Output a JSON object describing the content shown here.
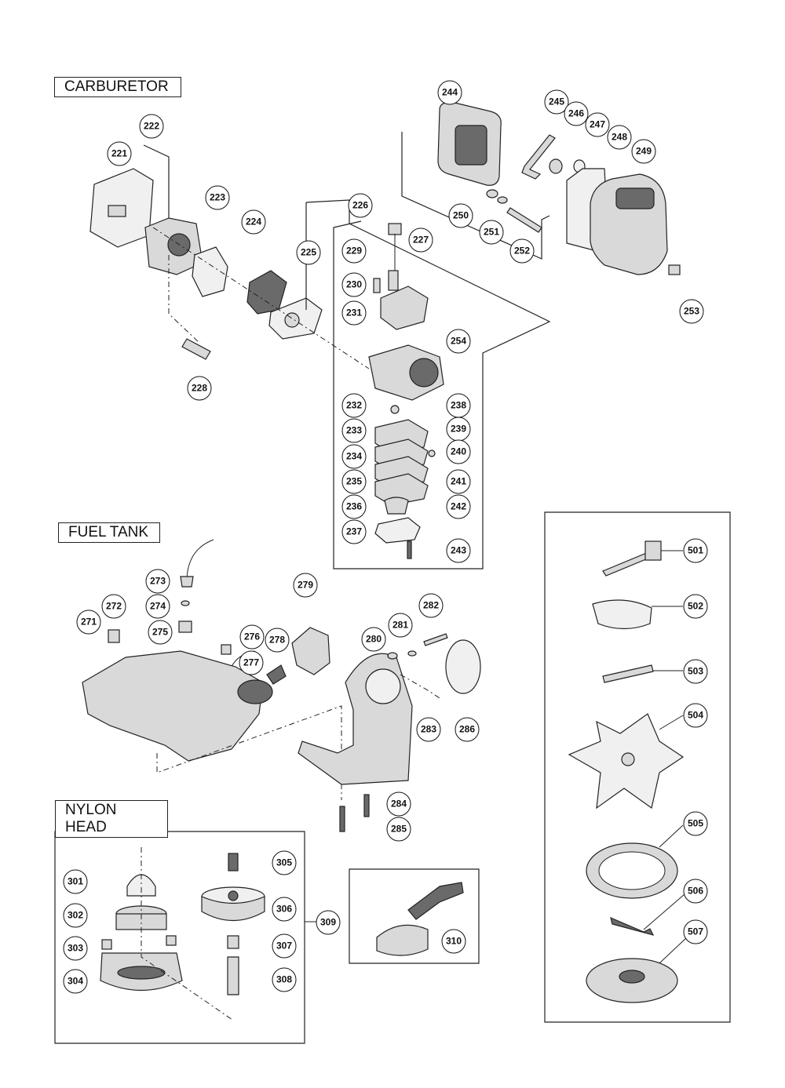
{
  "sections": {
    "carburetor": "CARBURETOR",
    "fuel_tank": "FUEL TANK",
    "nylon_head": "NYLON HEAD"
  },
  "parts": {
    "p221": "221",
    "p222": "222",
    "p223": "223",
    "p224": "224",
    "p225": "225",
    "p226": "226",
    "p227": "227",
    "p228": "228",
    "p229": "229",
    "p230": "230",
    "p231": "231",
    "p232": "232",
    "p233": "233",
    "p234": "234",
    "p235": "235",
    "p236": "236",
    "p237": "237",
    "p238": "238",
    "p239": "239",
    "p240": "240",
    "p241": "241",
    "p242": "242",
    "p243": "243",
    "p244": "244",
    "p245": "245",
    "p246": "246",
    "p247": "247",
    "p248": "248",
    "p249": "249",
    "p250": "250",
    "p251": "251",
    "p252": "252",
    "p253": "253",
    "p254": "254",
    "p271": "271",
    "p272": "272",
    "p273": "273",
    "p274": "274",
    "p275": "275",
    "p276": "276",
    "p277": "277",
    "p278": "278",
    "p279": "279",
    "p280": "280",
    "p281": "281",
    "p282": "282",
    "p283": "283",
    "p284": "284",
    "p285": "285",
    "p286": "286",
    "p301": "301",
    "p302": "302",
    "p303": "303",
    "p304": "304",
    "p305": "305",
    "p306": "306",
    "p307": "307",
    "p308": "308",
    "p309": "309",
    "p310": "310",
    "p501": "501",
    "p502": "502",
    "p503": "503",
    "p504": "504",
    "p505": "505",
    "p506": "506",
    "p507": "507"
  }
}
